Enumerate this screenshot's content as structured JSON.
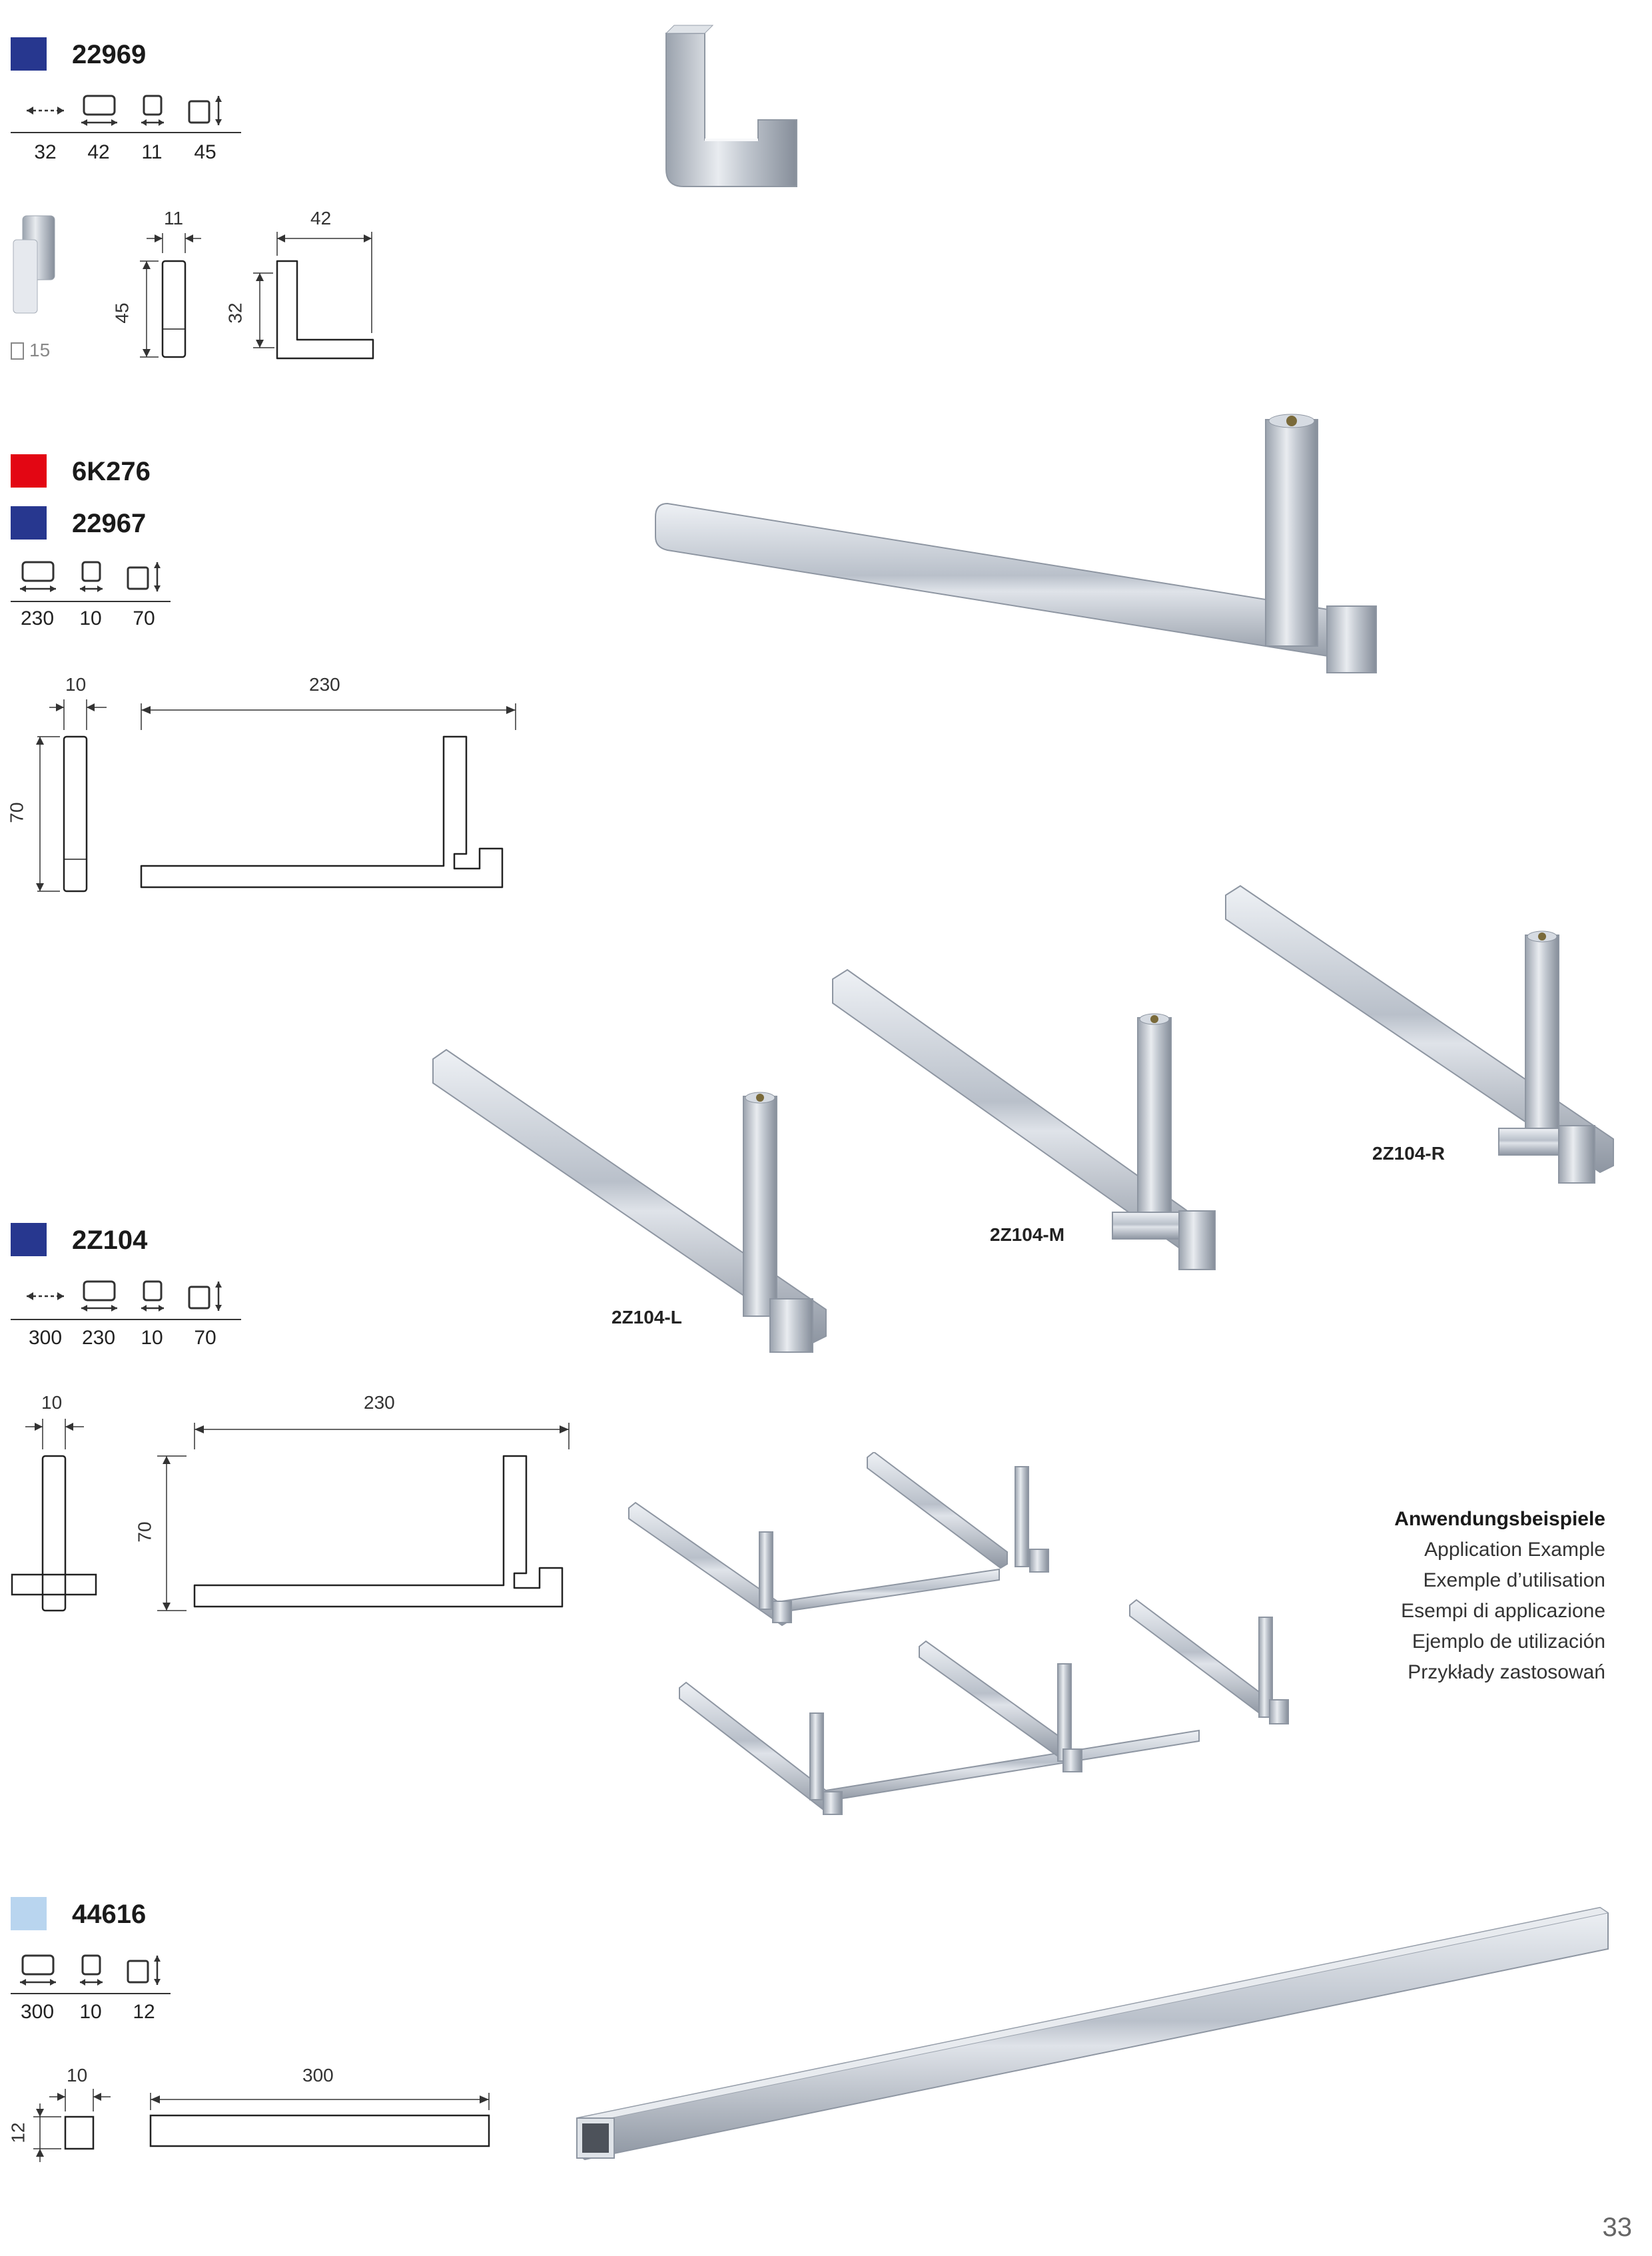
{
  "colors": {
    "dark_blue": "#27378f",
    "red": "#e30613",
    "light_blue": "#b9d5ef",
    "chrome": "#c9ced6"
  },
  "products": [
    {
      "swatches": [
        {
          "code": "22969",
          "color": "dark_blue"
        }
      ],
      "specs": [
        {
          "icon": "distance-icon",
          "value": "32"
        },
        {
          "icon": "length-icon",
          "value": "42"
        },
        {
          "icon": "width-icon",
          "value": "11"
        },
        {
          "icon": "height-icon",
          "value": "45"
        }
      ],
      "screw_note": "15",
      "drawing": {
        "w": "11",
        "l": "42",
        "h": "45",
        "d": "32"
      }
    },
    {
      "swatches": [
        {
          "code": "6K276",
          "color": "red"
        },
        {
          "code": "22967",
          "color": "dark_blue"
        }
      ],
      "specs": [
        {
          "icon": "length-icon",
          "value": "230"
        },
        {
          "icon": "width-icon",
          "value": "10"
        },
        {
          "icon": "height-icon",
          "value": "70"
        }
      ],
      "drawing": {
        "w": "10",
        "l": "230",
        "h": "70"
      }
    },
    {
      "swatches": [
        {
          "code": "2Z104",
          "color": "dark_blue"
        }
      ],
      "specs": [
        {
          "icon": "distance-icon",
          "value": "300"
        },
        {
          "icon": "length-icon",
          "value": "230"
        },
        {
          "icon": "width-icon",
          "value": "10"
        },
        {
          "icon": "height-icon",
          "value": "70"
        }
      ],
      "variants": [
        "2Z104-L",
        "2Z104-M",
        "2Z104-R"
      ],
      "drawing": {
        "w": "10",
        "l": "230",
        "h": "70"
      }
    },
    {
      "swatches": [
        {
          "code": "44616",
          "color": "light_blue"
        }
      ],
      "specs": [
        {
          "icon": "length-icon",
          "value": "300"
        },
        {
          "icon": "width-icon",
          "value": "10"
        },
        {
          "icon": "height-icon",
          "value": "12"
        }
      ],
      "drawing": {
        "w": "10",
        "l": "300",
        "h": "12"
      }
    }
  ],
  "application_example": {
    "heading": "Anwendungsbeispiele",
    "lines": [
      "Application Example",
      "Exemple d’utilisation",
      "Esempi di applicazione",
      "Ejemplo de utilización",
      "Przykłady zastosowań"
    ]
  },
  "page_number": "33"
}
